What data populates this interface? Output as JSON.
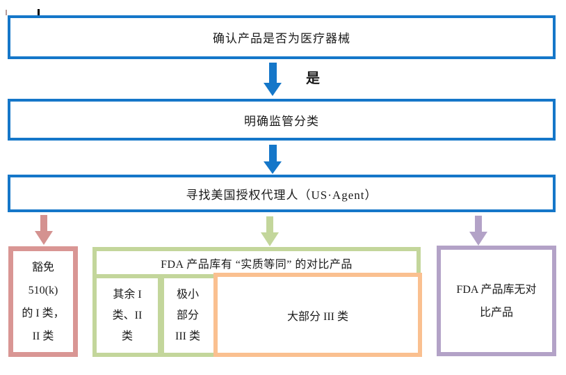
{
  "colors": {
    "process_blue": "#1577c9",
    "exempt_pink": "#d99694",
    "equivalent_green": "#c3d69b",
    "most_class3_orange": "#fac090",
    "no_match_purple": "#b3a2c7"
  },
  "flowchart": {
    "step1": {
      "label": "确认产品是否为医疗器械"
    },
    "yes_label": "是",
    "step2": {
      "label": "明确监管分类"
    },
    "step3": {
      "label": "寻找美国授权代理人（US·Agent）"
    },
    "exempt_box": {
      "lines": [
        "豁免",
        "510(k)",
        "的 I 类，",
        "II 类"
      ]
    },
    "equivalent_box": {
      "header": "FDA 产品库有 “实质等同” 的对比产品",
      "sub_other_class": {
        "lines": [
          "其余 I",
          "类、II",
          "类"
        ]
      },
      "sub_small_class3": {
        "lines": [
          "极小",
          "部分",
          "III 类"
        ]
      },
      "sub_most_class3": {
        "label": "大部分 III 类"
      }
    },
    "no_match_box": {
      "lines": [
        "FDA 产品库无对",
        "比产品"
      ]
    }
  }
}
